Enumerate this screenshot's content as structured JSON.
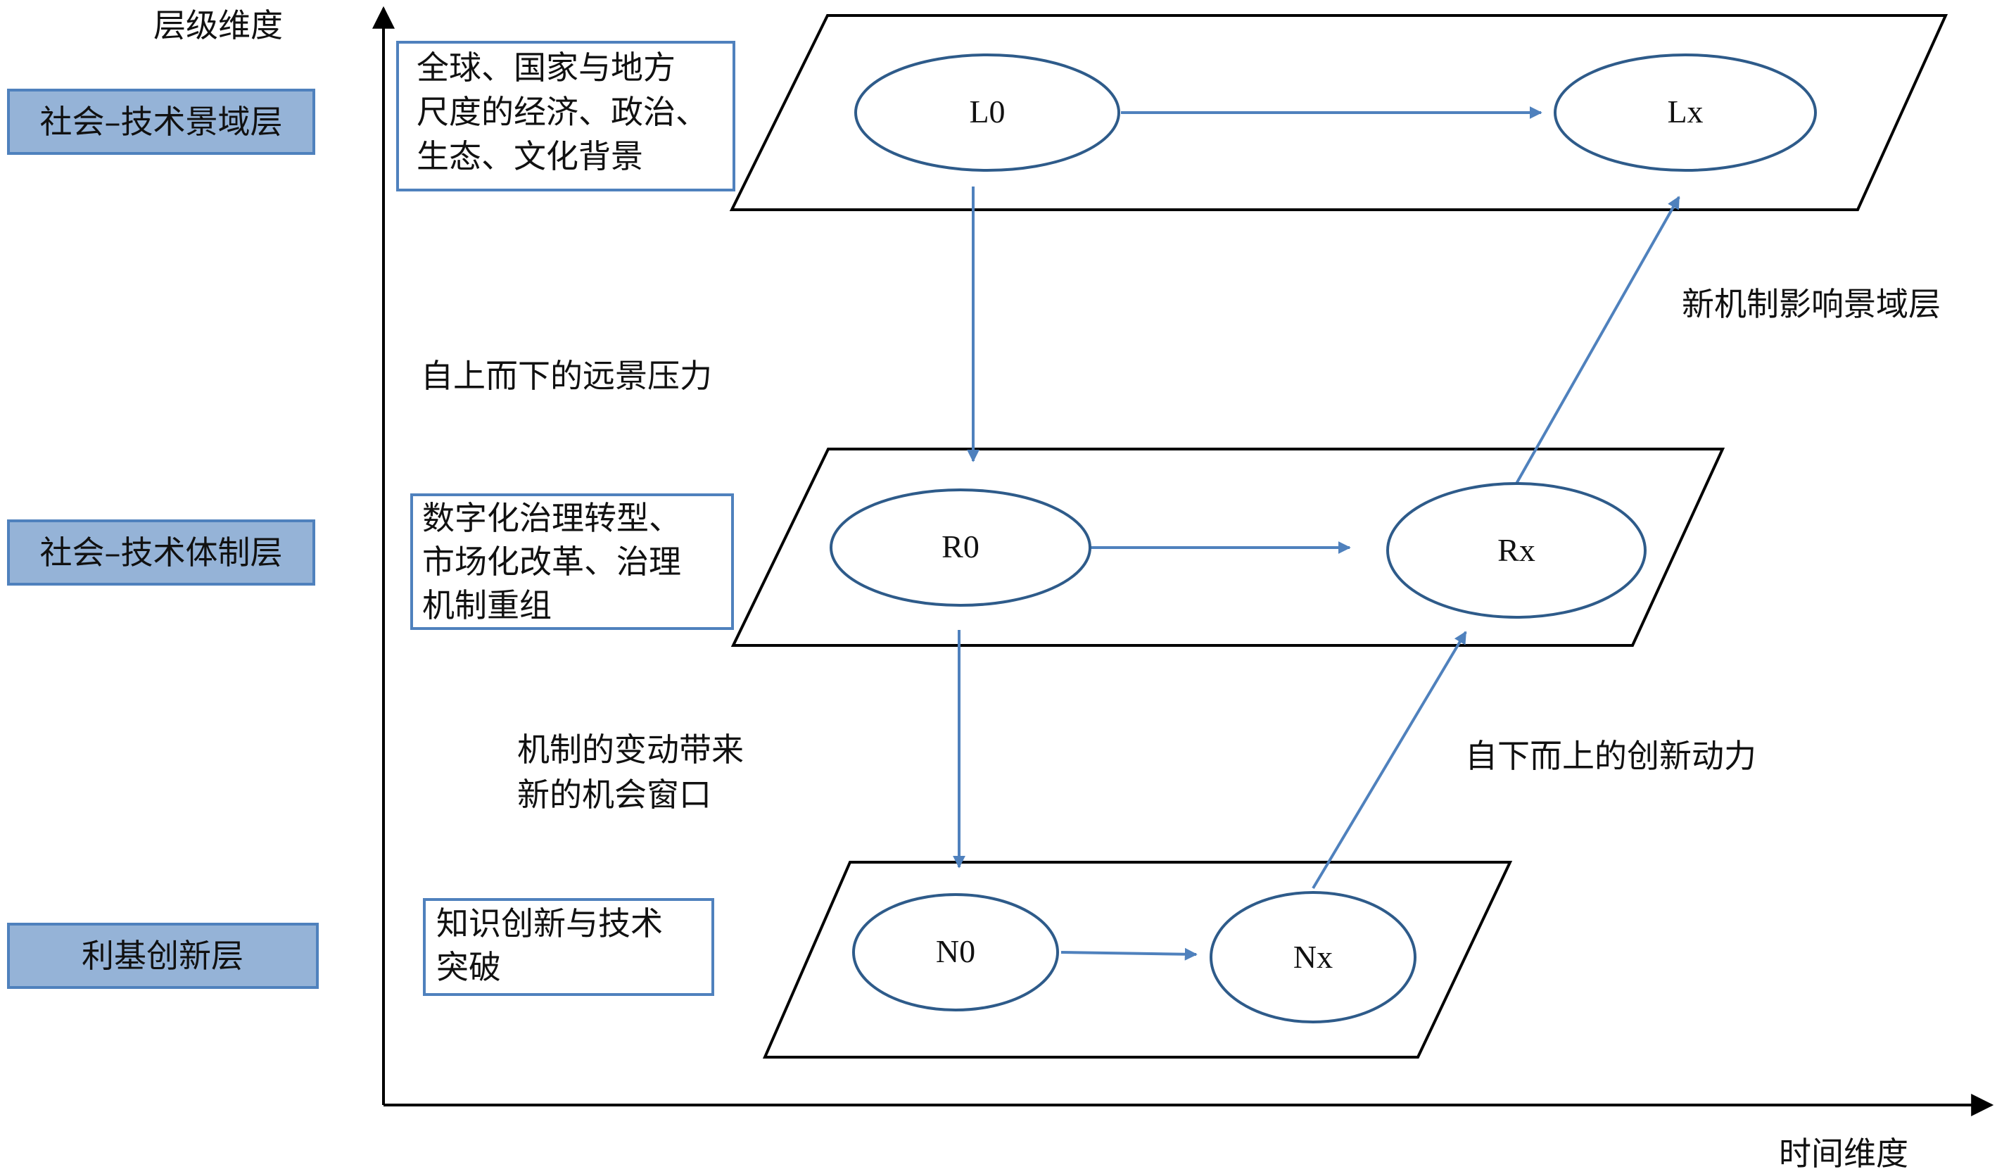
{
  "axes": {
    "y_label": "层级维度",
    "x_label": "时间维度"
  },
  "layers": [
    {
      "label": "社会–技术景域层"
    },
    {
      "label": "社会–技术体制层"
    },
    {
      "label": "利基创新层"
    }
  ],
  "notes": {
    "landscape": [
      "全球、国家与地方",
      "尺度的经济、政治、",
      "生态、文化背景"
    ],
    "regime": [
      "数字化治理转型、",
      "市场化改革、治理",
      "机制重组"
    ],
    "niche": [
      "知识创新与技术",
      "突破"
    ]
  },
  "nodes": {
    "L0": "L0",
    "Lx": "Lx",
    "R0": "R0",
    "Rx": "Rx",
    "N0": "N0",
    "Nx": "Nx"
  },
  "arrow_labels": {
    "top_down": "自上而下的远景压力",
    "window": [
      "机制的变动带来",
      "新的机会窗口"
    ],
    "bottom_up": "自下而上的创新动力",
    "influence": "新机制影响景域层"
  },
  "colors": {
    "layer_box_fill": "#95b3d7",
    "layer_box_stroke": "#4f81bd",
    "note_stroke": "#4f81bd",
    "ellipse_stroke": "#2e5b8a",
    "arrow": "#4f81bd",
    "axis": "#000000"
  }
}
